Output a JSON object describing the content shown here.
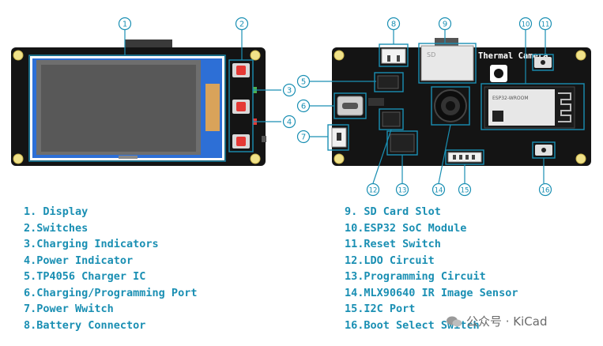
{
  "callouts": [
    "1",
    "2",
    "3",
    "4",
    "5",
    "6",
    "7",
    "8",
    "9",
    "10",
    "11",
    "12",
    "13",
    "14",
    "15",
    "16"
  ],
  "legend_left": [
    "1. Display",
    "2.Switches",
    "3.Charging Indicators",
    "4.Power Indicator",
    "5.TP4056 Charger IC",
    "6.Charging/Programming Port",
    "7.Power Wwitch",
    "8.Battery Connector"
  ],
  "legend_right": [
    "9. SD Card Slot",
    "10.ESP32 SoC Module",
    "11.Reset Switch",
    "12.LDO Circuit",
    "13.Programming Circuit",
    "14.MLX90640 IR Image Sensor",
    "15.I2C Port",
    "16.Boot Select Switch"
  ],
  "board_silkscreen": "Thermal Camera",
  "module_label": "ESP32-WROOM",
  "watermark": "公众号 · KiCad",
  "colors": {
    "accent": "#1a8fb3",
    "pcb": "#111111",
    "screen_frame": "#2d6fd6",
    "button": "#e53935"
  }
}
